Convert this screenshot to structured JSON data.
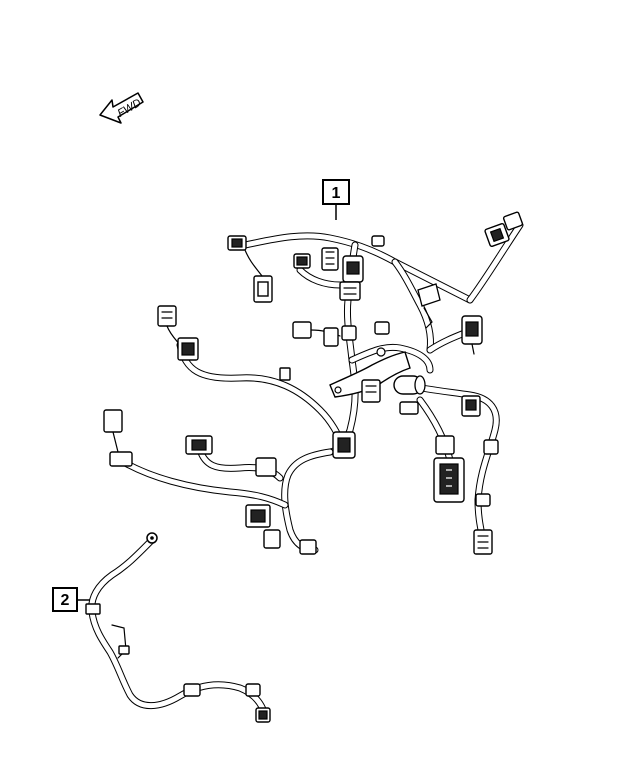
{
  "orientation": {
    "arrow_label": "FWD",
    "arrow_icon": "forward-arrow-icon"
  },
  "callouts": [
    {
      "number": "1"
    },
    {
      "number": "2"
    }
  ],
  "colors": {
    "line": "#000000",
    "background": "#ffffff"
  }
}
